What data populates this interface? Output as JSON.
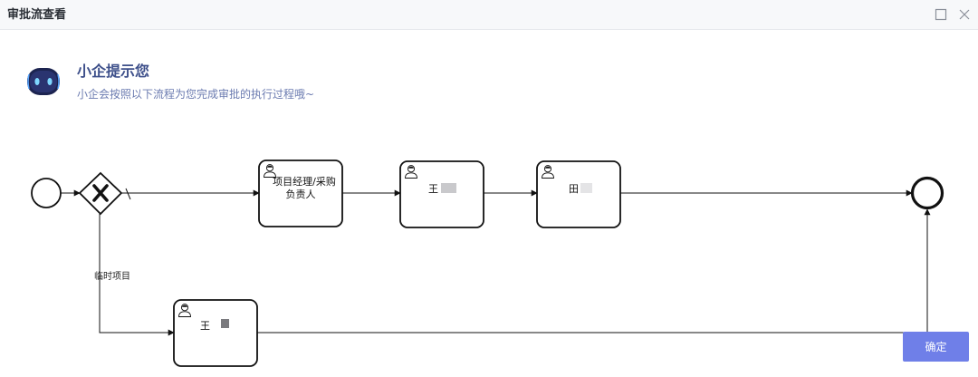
{
  "window": {
    "title": "审批流查看",
    "maximize_icon": "maximize-icon",
    "close_icon": "close-icon"
  },
  "hint": {
    "avatar_icon": "robot-icon",
    "title": "小企提示您",
    "subtitle": "小企会按照以下流程为您完成审批的执行过程哦~"
  },
  "flow": {
    "start_event": "start-circle",
    "gateway": "exclusive-gateway-x",
    "end_event": "end-circle",
    "branch_label": "临时项目",
    "tasks": [
      {
        "icon": "user-icon",
        "label_line1": "项目经理/采购",
        "label_line2": "负责人"
      },
      {
        "icon": "user-icon",
        "label": "王"
      },
      {
        "icon": "user-icon",
        "label": "田"
      },
      {
        "icon": "user-icon",
        "label": "王"
      }
    ]
  },
  "footer": {
    "confirm_label": "确定",
    "confirm_color": "#6f7fe8"
  }
}
